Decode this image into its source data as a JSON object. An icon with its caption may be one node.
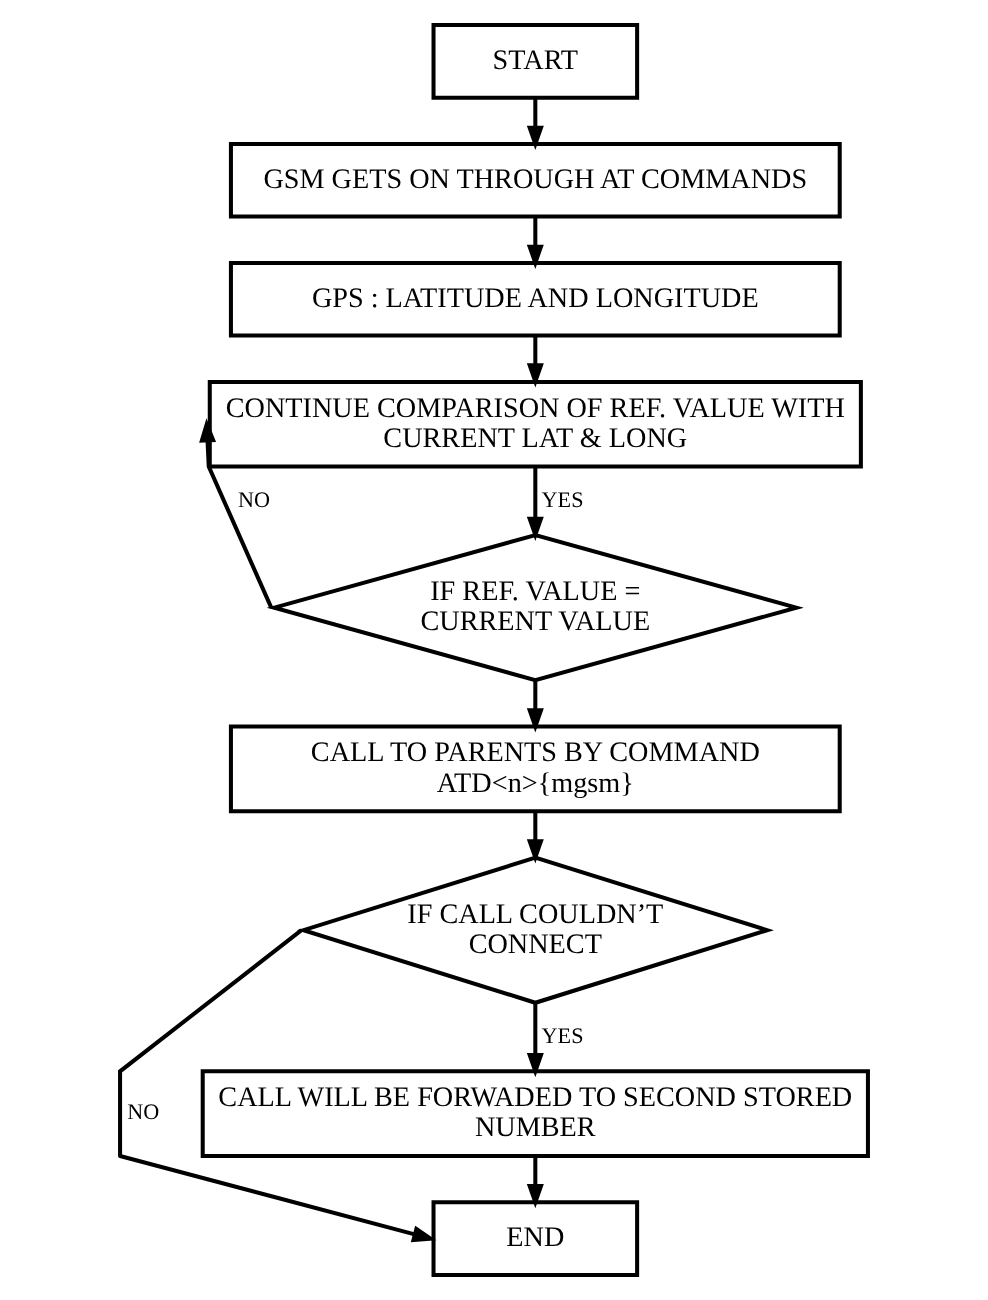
{
  "diagram": {
    "nodes": [
      {
        "text": [
          "START"
        ]
      },
      {
        "text": [
          "GSM GETS ON THROUGH AT COMMANDS"
        ]
      },
      {
        "text": [
          "GPS : LATITUDE AND LONGITUDE"
        ]
      },
      {
        "text": [
          "CONTINUE COMPARISON OF REF. VALUE WITH CURRENT LAT & LONG"
        ]
      },
      {
        "text": [
          "IF REF. VALUE = CURRENT VALUE"
        ]
      },
      {
        "text": [
          "CALL TO PARENTS BY COMMAND ATD<n>{mgsm}"
        ]
      },
      {
        "text": [
          "IF CALL COULDN’T CONNECT"
        ]
      },
      {
        "text": [
          "CALL WILL BE FORWADED TO SECOND STORED NUMBER"
        ]
      },
      {
        "text": [
          "END"
        ]
      }
    ],
    "edges": [
      {
        "from": 0,
        "to": 1,
        "arrow": "to"
      },
      {
        "from": 1,
        "to": 2,
        "arrow": "to"
      },
      {
        "from": 2,
        "to": 3,
        "arrow": "to"
      },
      {
        "from": 3,
        "to": 4,
        "arrow": "to",
        "label": "YES"
      },
      {
        "from": 4,
        "to": 3,
        "arrow": "to",
        "label": "NO"
      },
      {
        "from": 4,
        "to": 5,
        "arrow": "to"
      },
      {
        "from": 5,
        "to": 6,
        "arrow": "to"
      },
      {
        "from": 6,
        "to": 7,
        "arrow": "to",
        "label": "YES"
      },
      {
        "from": 6,
        "to": 8,
        "arrow": "to",
        "label": "NO"
      },
      {
        "from": 7,
        "to": 8,
        "arrow": "to"
      }
    ]
  }
}
